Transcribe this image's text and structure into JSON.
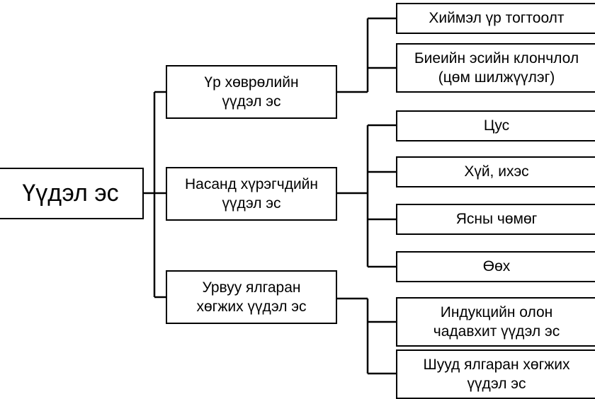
{
  "root": {
    "label": "Үүдэл эс"
  },
  "categories": [
    {
      "label": "Үр хөврөлийн\nүүдэл эс"
    },
    {
      "label": "Насанд хүрэгчдийн\nүүдэл эс"
    },
    {
      "label": "Урвуу ялгаран\nхөгжих үүдэл эс"
    }
  ],
  "leaves": [
    {
      "label": "Хиймэл үр тогтоолт"
    },
    {
      "label": "Биеийн эсийн клончлол\n(цөм шилжүүлэг)"
    },
    {
      "label": "Цус"
    },
    {
      "label": "Хүй, ихэс"
    },
    {
      "label": "Ясны чөмөг"
    },
    {
      "label": "Өөх"
    },
    {
      "label": "Индукцийн олон\nчадавхит үүдэл эс"
    },
    {
      "label": "Шууд ялгаран хөгжих\nүүдэл эс"
    }
  ],
  "colors": {
    "line": "#000000",
    "box_border": "#000000",
    "background": "#ffffff"
  }
}
